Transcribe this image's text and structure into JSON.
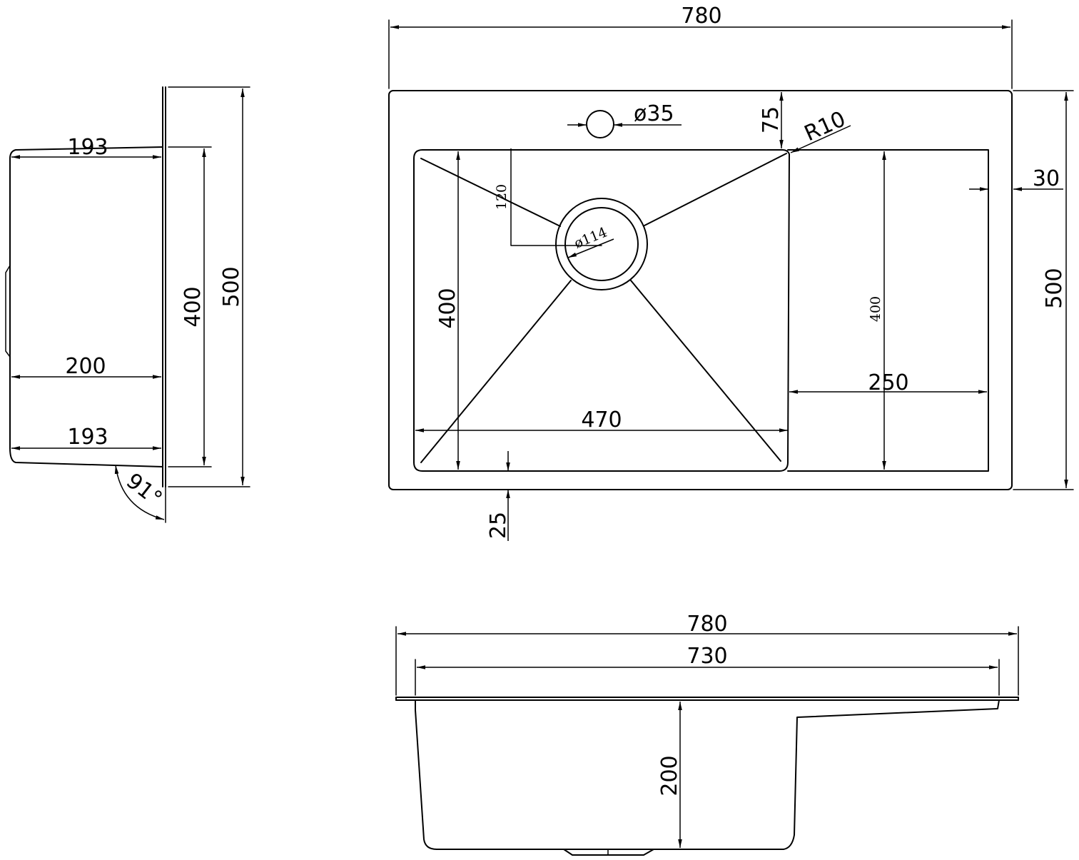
{
  "side_view": {
    "dim_top_depth": "193",
    "dim_mid_depth": "200",
    "dim_bottom_depth": "193",
    "dim_bowl_length": "400",
    "dim_total_length": "500",
    "dim_angle": "91°"
  },
  "top_view": {
    "dim_overall_width": "780",
    "dim_overall_length": "500",
    "dim_tap_hole": "ø35",
    "dim_tap_offset": "75",
    "dim_corner_radius": "R10",
    "dim_drain_offset": "120",
    "dim_drain_diameter": "ø114",
    "dim_bowl_length": "400",
    "dim_drainer_length": "400",
    "dim_bowl_width": "470",
    "dim_drainer_width": "250",
    "dim_side_margin": "30",
    "dim_front_margin": "25"
  },
  "front_view": {
    "dim_overall_width": "780",
    "dim_inner_width": "730",
    "dim_depth": "200"
  }
}
